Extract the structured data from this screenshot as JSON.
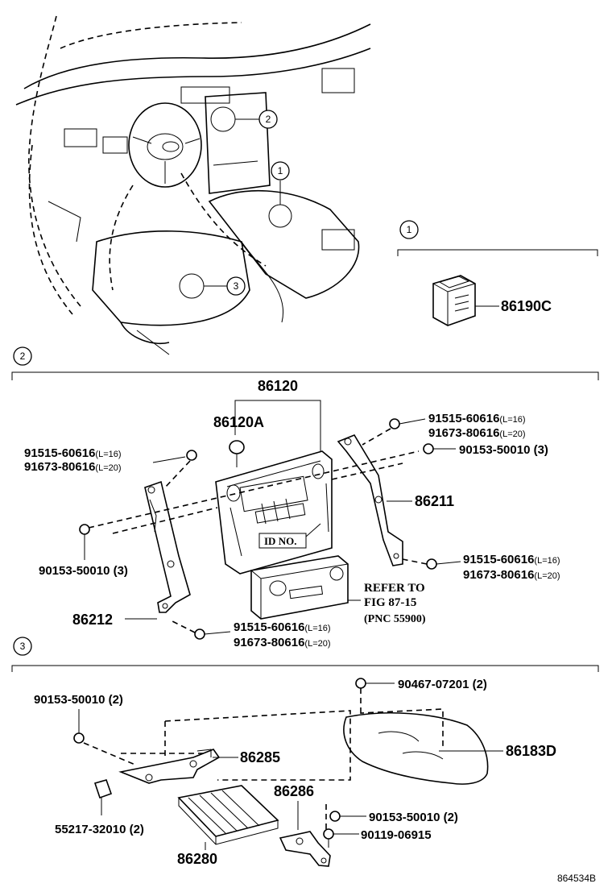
{
  "section_markers": {
    "s1": "1",
    "s2": "2",
    "s3": "3"
  },
  "overview": {
    "callout_1": "1",
    "callout_2": "2",
    "callout_3": "3"
  },
  "section1": {
    "part": "86190C"
  },
  "section2": {
    "p86120": "86120",
    "p86120A": "86120A",
    "p86211": "86211",
    "p86212": "86212",
    "left_upper_a_base": "91515-60616",
    "left_upper_a_sub": "(L=16)",
    "left_upper_b_base": "91673-80616",
    "left_upper_b_sub": "(L=20)",
    "right_upper_a_base": "91515-60616",
    "right_upper_a_sub": "(L=16)",
    "right_upper_b_base": "91673-80616",
    "right_upper_b_sub": "(L=20)",
    "right_nut": "90153-50010 (3)",
    "left_nut": "90153-50010 (3)",
    "right_lower_a_base": "91515-60616",
    "right_lower_a_sub": "(L=16)",
    "right_lower_b_base": "91673-80616",
    "right_lower_b_sub": "(L=20)",
    "bottom_a_base": "91515-60616",
    "bottom_a_sub": "(L=16)",
    "bottom_b_base": "91673-80616",
    "bottom_b_sub": "(L=20)",
    "id_label": "ID NO.",
    "refer_line1": "REFER TO",
    "refer_line2": "FIG 87-15",
    "refer_line3": "(PNC 55900)"
  },
  "section3": {
    "p90153_left": "90153-50010 (2)",
    "p90467": "90467-07201 (2)",
    "p86285": "86285",
    "p86183D": "86183D",
    "p86286": "86286",
    "p90153_right": "90153-50010 (2)",
    "p90119": "90119-06915",
    "p55217": "55217-32010 (2)",
    "p86280": "86280"
  },
  "figure_id": "864534B"
}
